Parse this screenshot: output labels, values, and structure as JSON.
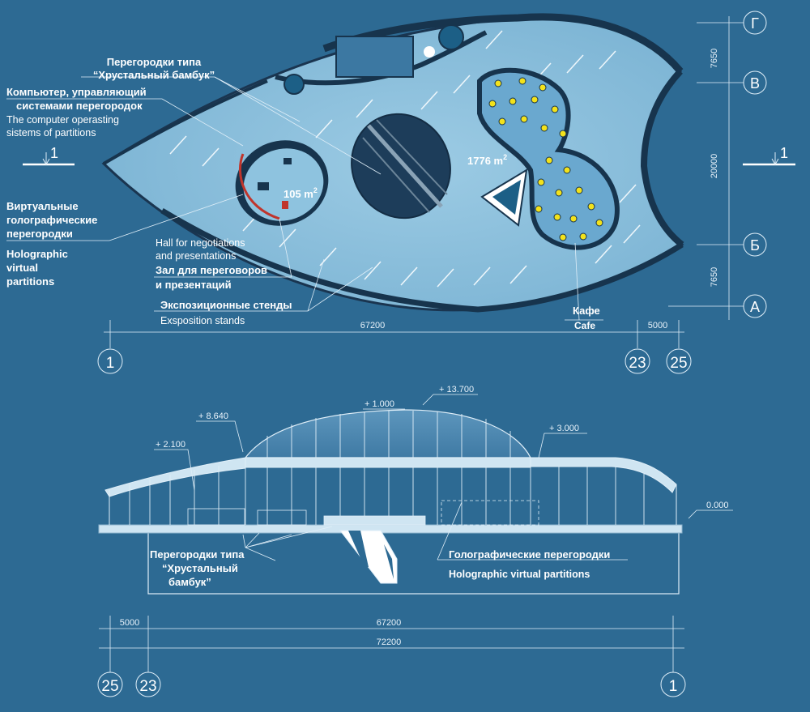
{
  "plan": {
    "labels": {
      "bamboo_ru_1": "Перегородки типа",
      "bamboo_ru_2": "“Хрустальный бамбук”",
      "computer_ru_1": "Компьютер, управляющий",
      "computer_ru_2": "системами перегородок",
      "computer_en_1": "The computer operasting",
      "computer_en_2": "sistems of partitions",
      "virtual_ru_1": "Виртуальные",
      "virtual_ru_2": "голографические",
      "virtual_ru_3": "перегородки",
      "holo_en_1": "Holographic",
      "holo_en_2": "virtual",
      "holo_en_3": "partitions",
      "hall_en_1": "Hall for negotiations",
      "hall_en_2": "and presentations",
      "hall_ru_1": "Зал для переговоров",
      "hall_ru_2": "и презентаций",
      "stands_ru": "Экспозиционные стенды",
      "stands_en": "Exsposition stands",
      "cafe_ru": "Кафе",
      "cafe_en": "Cafe",
      "area_main": "1776 m",
      "area_hall": "105 m",
      "area_sup": "2"
    },
    "section_marks": {
      "left": "1",
      "right": "1"
    },
    "axis_letters": [
      "Г",
      "В",
      "Б",
      "А"
    ],
    "axis_numbers": [
      "1",
      "23",
      "25"
    ],
    "dims_vertical": [
      "7650",
      "20000",
      "7650"
    ],
    "dims_horizontal": [
      "67200",
      "5000"
    ]
  },
  "section": {
    "elevations": [
      "+ 1.000",
      "+ 13.700",
      "+ 8.640",
      "+ 2.100",
      "+ 3.000",
      "0.000"
    ],
    "labels": {
      "bamboo_ru_1": "Перегородки типа",
      "bamboo_ru_2": "“Хрустальный",
      "bamboo_ru_3": "бамбук”",
      "holo_ru": "Голографические перегородки",
      "holo_en": "Holographic  virtual  partitions"
    },
    "dims": [
      "5000",
      "67200",
      "72200"
    ],
    "axis_numbers": [
      "25",
      "23",
      "1"
    ]
  },
  "colors": {
    "background": "#2d6a93",
    "floor": "#8ec3df",
    "dark_wall": "#17344d",
    "line": "#dfeef8",
    "chair": "#f3e21b"
  }
}
